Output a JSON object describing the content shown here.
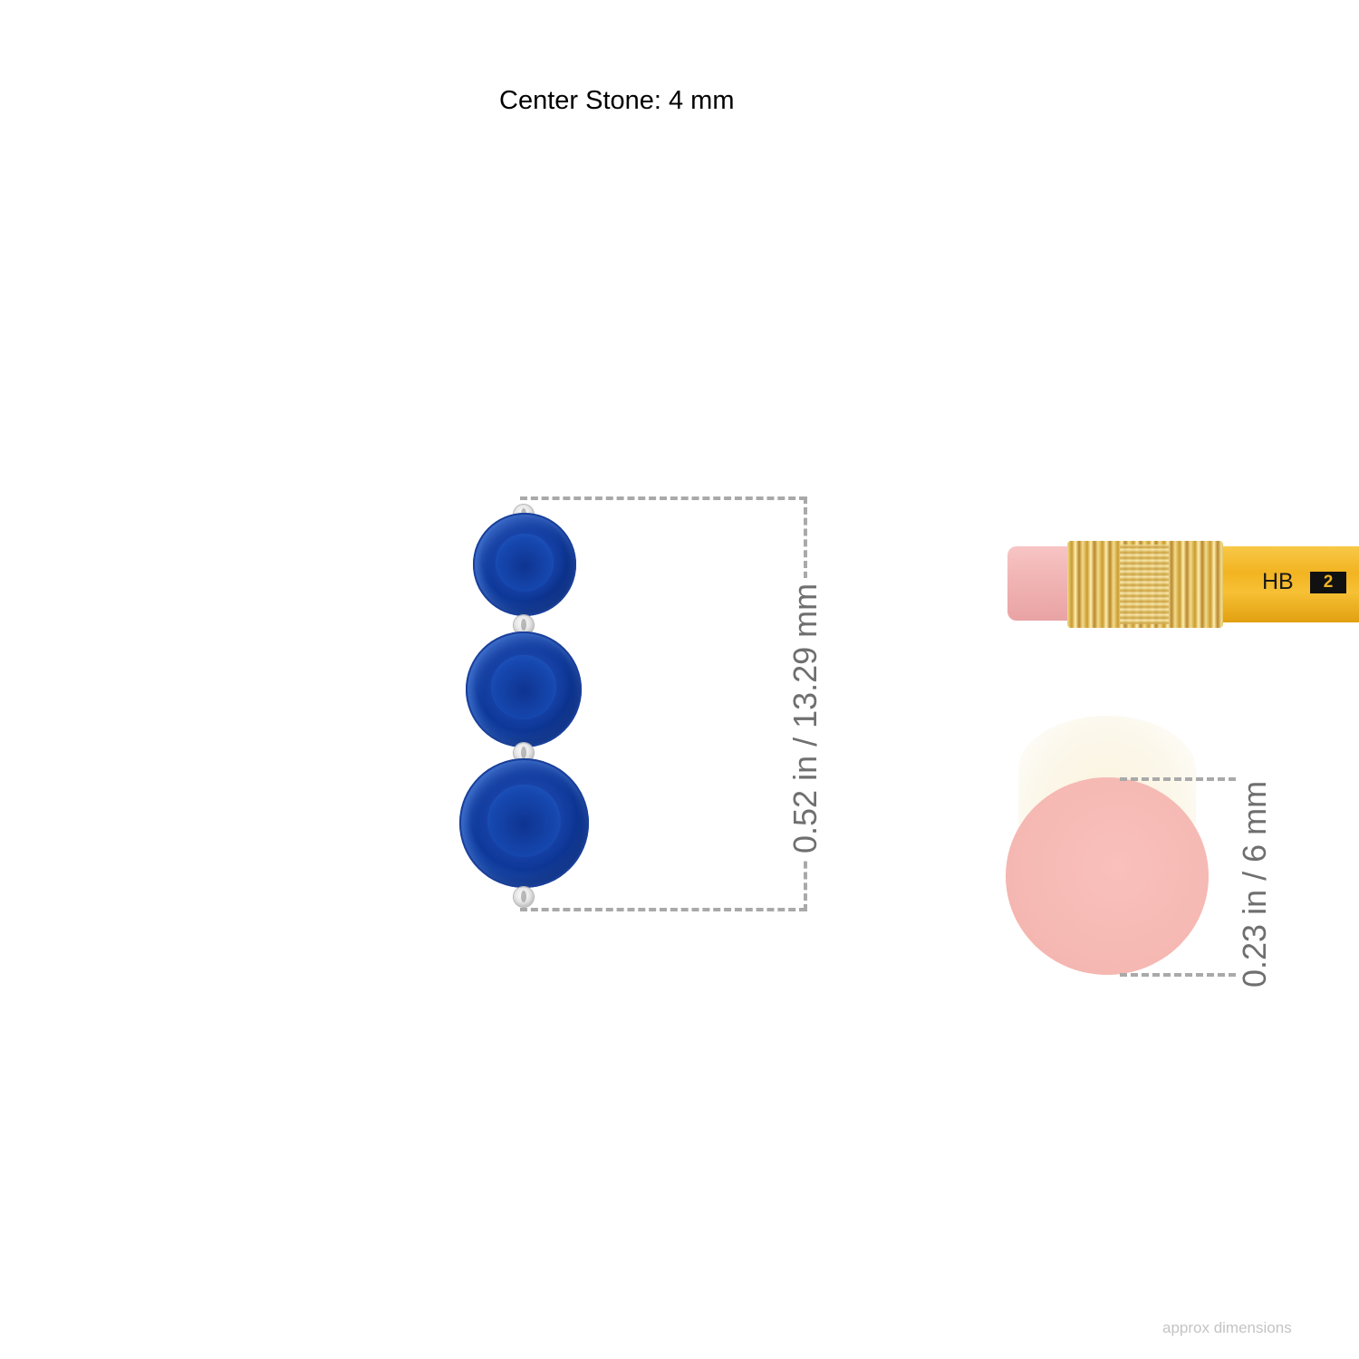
{
  "header": {
    "title": "Center Stone: 4 mm"
  },
  "product": {
    "stones": [
      {
        "name": "top-stone",
        "color": "#1a47ab"
      },
      {
        "name": "middle-stone",
        "color": "#1a47ab"
      },
      {
        "name": "bottom-stone",
        "color": "#1a47ab"
      }
    ],
    "dimension_label": "0.52 in / 13.29 mm"
  },
  "reference": {
    "pencil": {
      "grade_text": "HB",
      "grade_number": "2"
    },
    "eraser_dimension_label": "0.23 in / 6 mm"
  },
  "footer": {
    "note": "approx dimensions"
  },
  "colors": {
    "stone_blue": "#1a47ab",
    "dimension_gray": "#a9a9a9",
    "eraser_pink": "#f6b9b3",
    "pencil_yellow": "#f2b421"
  }
}
